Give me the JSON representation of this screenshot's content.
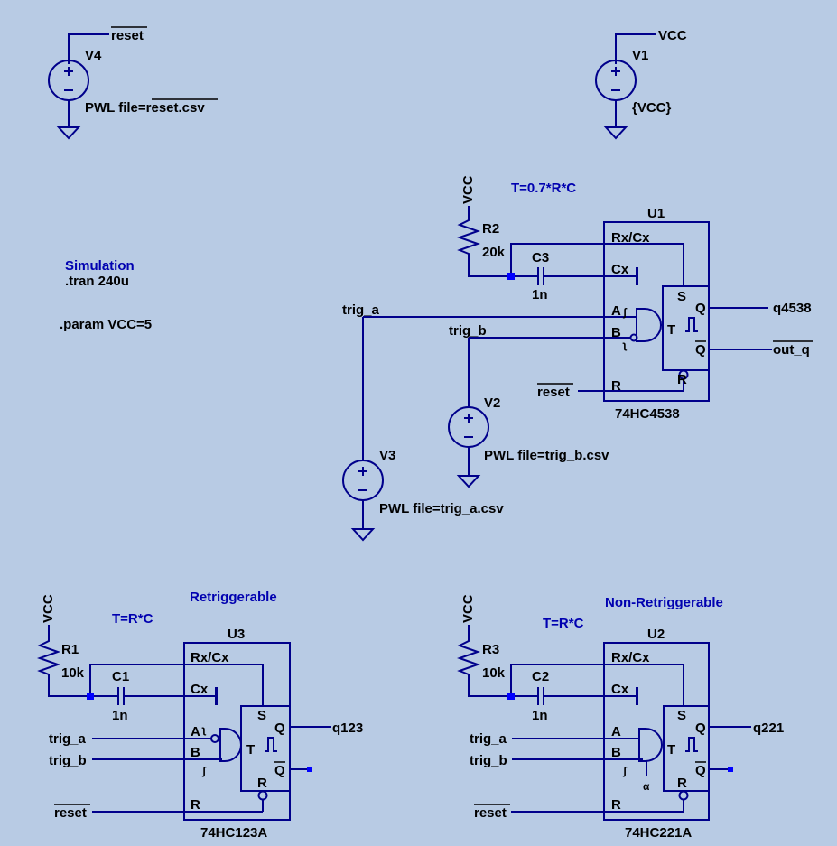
{
  "labels": {
    "reset": "reset",
    "vcc": "VCC",
    "trig_a": "trig_a",
    "trig_b": "trig_b",
    "q4538": "q4538",
    "out_q": "out_q",
    "q123": "q123",
    "q221": "q221"
  },
  "sources": {
    "v4": {
      "name": "V4",
      "value": "PWL file=",
      "file": "reset.csv"
    },
    "v1": {
      "name": "V1",
      "value": "{VCC}"
    },
    "v2": {
      "name": "V2",
      "value": "PWL file=trig_b.csv"
    },
    "v3": {
      "name": "V3",
      "value": "PWL file=trig_a.csv"
    }
  },
  "directives": {
    "sim_title": "Simulation",
    "tran": ".tran 240u",
    "param": ".param VCC=5"
  },
  "comments": {
    "u1_formula": "T=0.7*R*C",
    "u3_formula": "T=R*C",
    "u2_formula": "T=R*C",
    "retrig": "Retriggerable",
    "nonretrig": "Non-Retriggerable"
  },
  "components": {
    "r2": {
      "name": "R2",
      "value": "20k"
    },
    "c3": {
      "name": "C3",
      "value": "1n"
    },
    "r1": {
      "name": "R1",
      "value": "10k"
    },
    "c1": {
      "name": "C1",
      "value": "1n"
    },
    "r3": {
      "name": "R3",
      "value": "10k"
    },
    "c2": {
      "name": "C2",
      "value": "1n"
    }
  },
  "ics": {
    "u1": {
      "name": "U1",
      "part": "74HC4538"
    },
    "u3": {
      "name": "U3",
      "part": "74HC123A"
    },
    "u2": {
      "name": "U2",
      "part": "74HC221A"
    }
  },
  "pins": {
    "rxcx": "Rx/Cx",
    "cx": "Cx",
    "a": "A",
    "b": "B",
    "r": "R",
    "s": "S",
    "q": "Q",
    "qbar": "Q",
    "t": "T"
  },
  "colors": {
    "background": "#B8CBE4",
    "wire": "#00008B",
    "comment": "#0000B0",
    "junction": "#0000FF"
  }
}
